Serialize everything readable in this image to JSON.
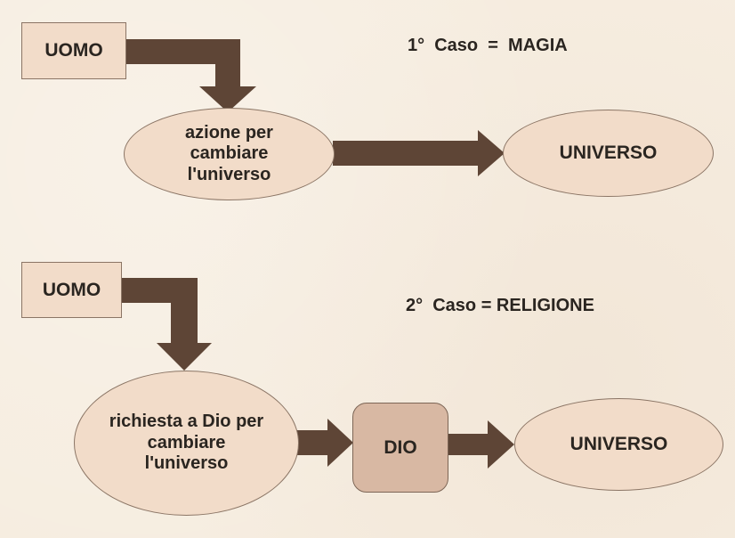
{
  "colors": {
    "background": "#f6ede0",
    "shape_fill": "#f2dcc9",
    "dio_fill": "#d8b8a3",
    "arrow": "#5e4536",
    "border": "#8b7565"
  },
  "case1": {
    "caption": "1°  Caso  =  MAGIA",
    "source": "UOMO",
    "action_lines": [
      "azione per",
      "cambiare",
      "l'universo"
    ],
    "target": "UNIVERSO"
  },
  "case2": {
    "caption": "2°  Caso = RELIGIONE",
    "source": "UOMO",
    "action_lines": [
      "richiesta a Dio per",
      "cambiare",
      "l'universo"
    ],
    "intermediary": "DIO",
    "target": "UNIVERSO"
  }
}
